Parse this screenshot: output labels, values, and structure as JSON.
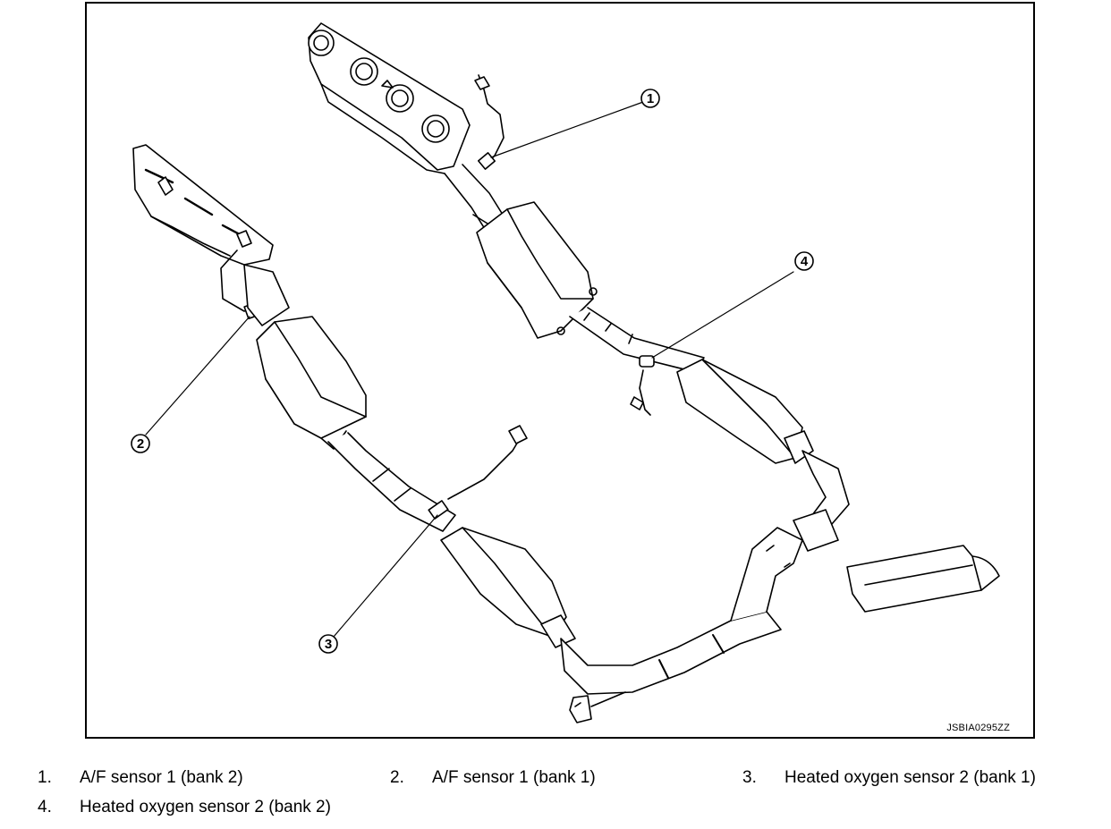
{
  "figure": {
    "id_label": "JSBIA0295ZZ",
    "callouts": [
      "1",
      "2",
      "3",
      "4"
    ]
  },
  "legend": [
    {
      "num": "1.",
      "label": "A/F sensor 1 (bank 2)"
    },
    {
      "num": "2.",
      "label": "A/F sensor 1 (bank 1)"
    },
    {
      "num": "3.",
      "label": "Heated oxygen sensor 2 (bank 1)"
    },
    {
      "num": "4.",
      "label": "Heated oxygen sensor 2 (bank 2)"
    }
  ]
}
